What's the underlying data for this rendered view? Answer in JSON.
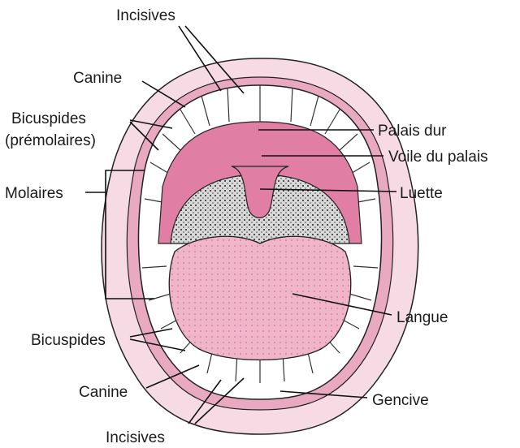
{
  "labels": {
    "incisives_top": "Incisives",
    "canine_top": "Canine",
    "bicuspides_top": "Bicuspides",
    "premolaires": "(prémolaires)",
    "molaires": "Molaires",
    "palais_dur": "Palais dur",
    "voile_du_palais": "Voile du palais",
    "luette": "Luette",
    "langue": "Langue",
    "bicuspides_bottom": "Bicuspides",
    "canine_bottom": "Canine",
    "gencive": "Gencive",
    "incisives_bottom": "Incisives"
  },
  "colors": {
    "lips": "#f6dbe4",
    "gums": "#e9a9c0",
    "palate": "#e07fa3",
    "throat": "#3a3a3a",
    "tongue": "#f0b5c9",
    "teeth": "#ffffff"
  }
}
